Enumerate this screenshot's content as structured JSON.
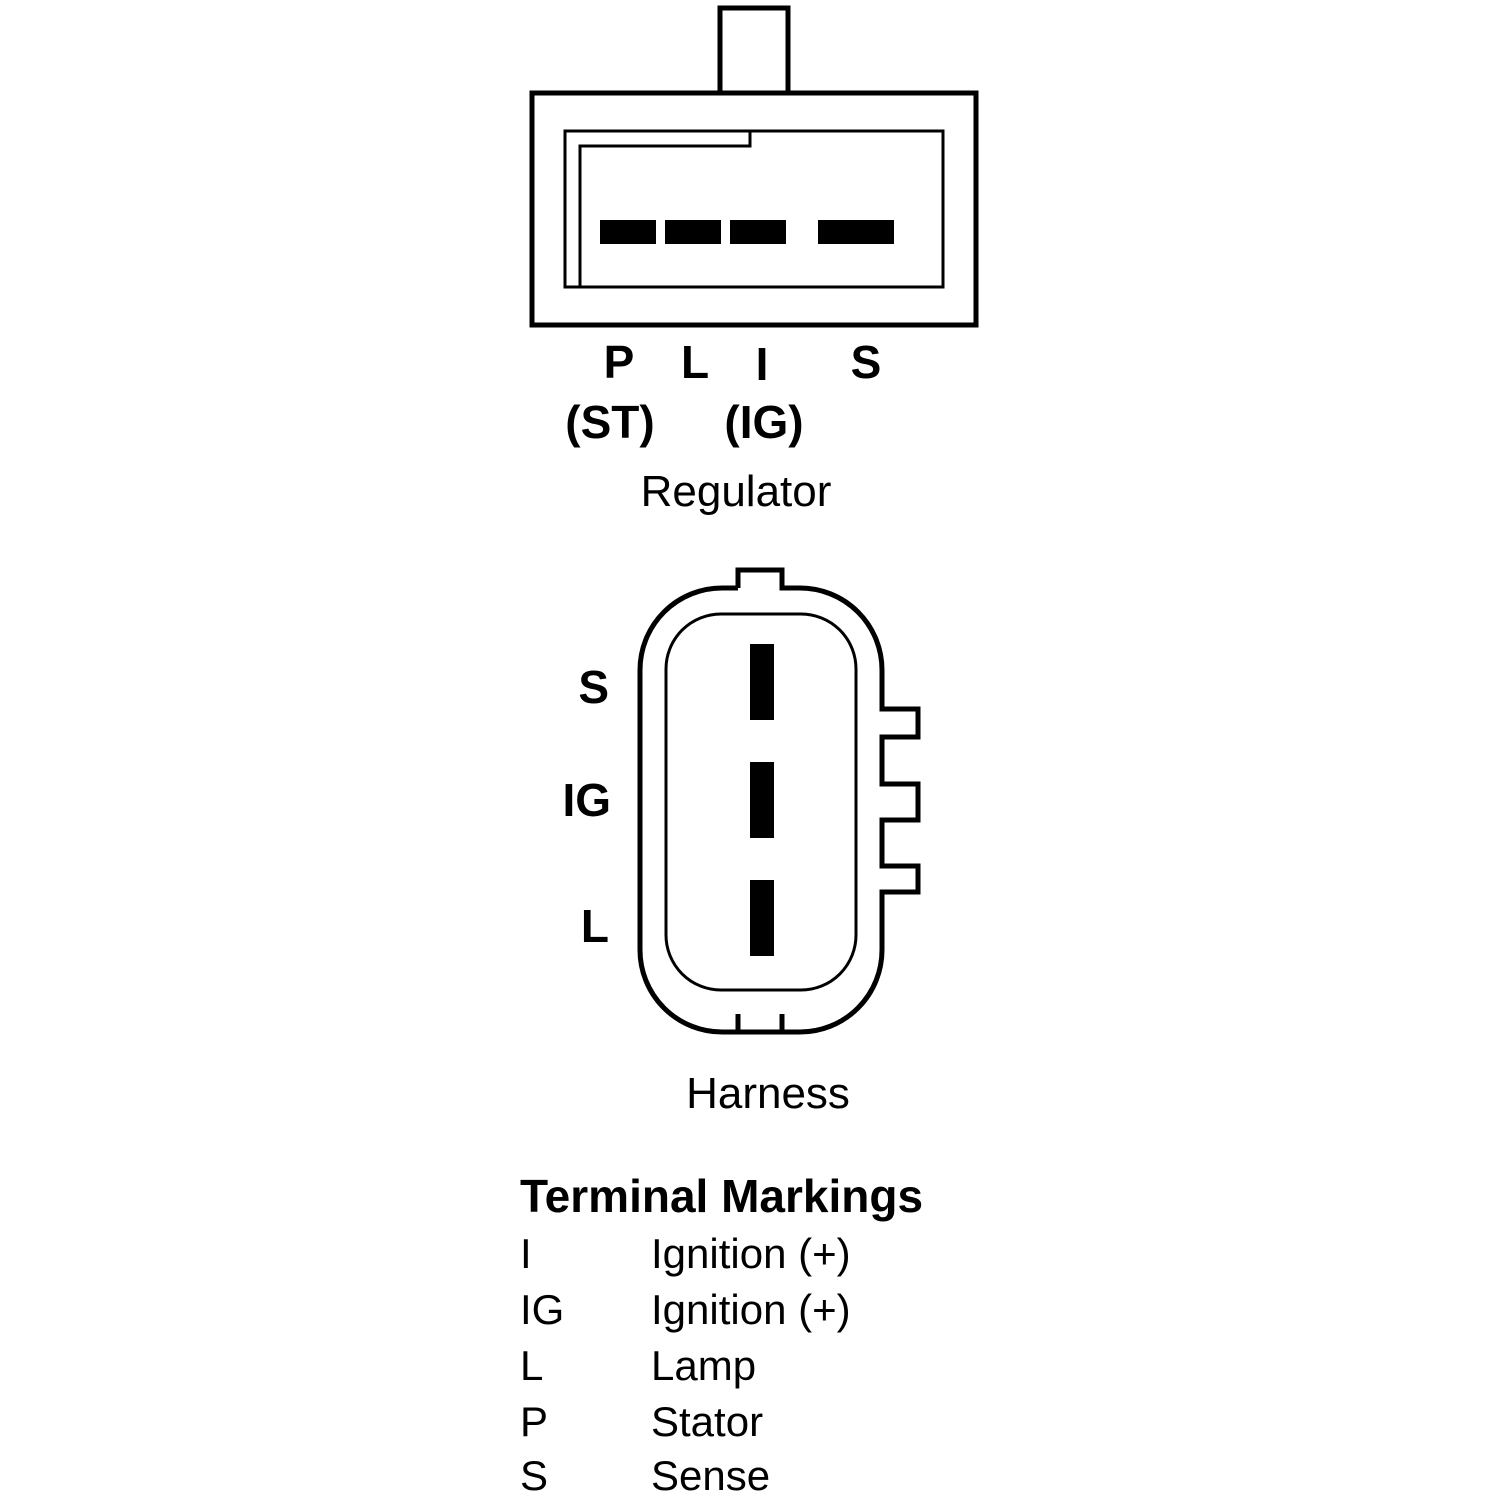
{
  "regulator": {
    "terminals": [
      {
        "letter": "P",
        "alt": "(ST)"
      },
      {
        "letter": "L",
        "alt": ""
      },
      {
        "letter": "I",
        "alt": "(IG)"
      },
      {
        "letter": "S",
        "alt": ""
      }
    ],
    "caption": "Regulator"
  },
  "harness": {
    "terminals": [
      "S",
      "IG",
      "L"
    ],
    "caption": "Harness"
  },
  "legend": {
    "title": "Terminal Markings",
    "rows": [
      {
        "code": "I",
        "meaning": "Ignition (+)"
      },
      {
        "code": "IG",
        "meaning": "Ignition (+)"
      },
      {
        "code": "L",
        "meaning": "Lamp"
      },
      {
        "code": "P",
        "meaning": "Stator"
      },
      {
        "code": "S",
        "meaning": "Sense"
      }
    ]
  }
}
